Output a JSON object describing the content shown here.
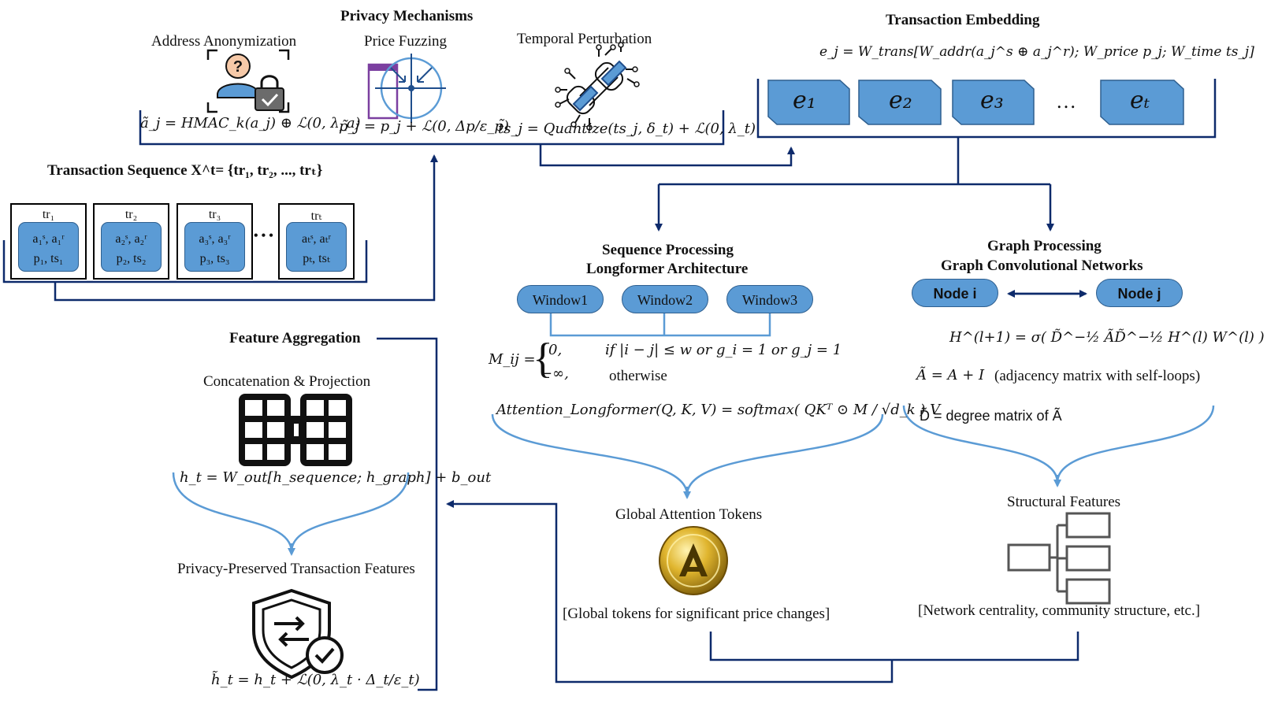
{
  "privacy": {
    "title": "Privacy Mechanisms",
    "address_label": "Address  Anonymization",
    "price_label": "Price Fuzzing",
    "temporal_label": "Temporal Perturbation",
    "formula_address": "ã_j = HMAC_k(a_j) ⊕ ℒ(0, λ_a)",
    "formula_price": "p̃_j = p_j + ℒ(0, Δp/ε_p)",
    "formula_time": "t̃s_j = Quantize(ts_j, δ_t) + ℒ(0, λ_t)"
  },
  "embedding": {
    "title": "Transaction Embedding",
    "formula": "e_j = W_trans[W_addr(a_j^s ⊕ a_j^r); W_price p_j; W_time ts_j]",
    "tokens": [
      "e₁",
      "e₂",
      "e₃",
      "…",
      "eₜ"
    ]
  },
  "sequence_input": {
    "title": "Transaction Sequence X^t= {tr₁, tr₂, ..., trₜ}",
    "boxes": [
      {
        "title": "tr₁",
        "line1": "a₁ˢ, a₁ʳ",
        "line2": "p₁, ts₁"
      },
      {
        "title": "tr₂",
        "line1": "a₂ˢ, a₂ʳ",
        "line2": "p₂, ts₂"
      },
      {
        "title": "tr₃",
        "line1": "a₃ˢ, a₃ʳ",
        "line2": "p₃, ts₃"
      },
      {
        "title": "trₜ",
        "line1": "aₜˢ, aₜʳ",
        "line2": "pₜ, tsₜ"
      }
    ],
    "ellipsis": "• • •"
  },
  "seqproc": {
    "title1": "Sequence Processing",
    "title2": "Longformer Architecture",
    "windows": [
      "Window1",
      "Window2",
      "Window3"
    ],
    "mask_lhs": "M_ij =",
    "mask_case1_val": "0,",
    "mask_case1_cond": "if |i − j| ≤ w or g_i = 1 or g_j = 1",
    "mask_case2_val": "−∞,",
    "mask_case2_cond": "otherwise",
    "attention": "Attention_Longformer(Q, K, V) = softmax( QKᵀ ⊙ M / √d_k ) V",
    "output_label": "Global Attention Tokens",
    "output_note": "[Global tokens for significant price changes]"
  },
  "graphproc": {
    "title1": "Graph Processing",
    "title2": "Graph Convolutional Networks",
    "node_i": "Node i",
    "node_j": "Node j",
    "gcn_formula": "H^(l+1) = σ( D̃^−½ ÃD̃^−½ H^(l) W^(l) )",
    "adj_formula": "Ã = A + I",
    "adj_note": "(adjacency  matrix with self-loops)",
    "degree_formula": "D̃ = degree matrix of Ã",
    "output_label": "Structural Features",
    "output_note": "[Network centrality,  community structure, etc.]"
  },
  "aggregation": {
    "title": "Feature Aggregation",
    "concat_label": "Concatenation & Projection",
    "concat_formula": "h_t = W_out[h_sequence; h_graph] + b_out",
    "output_label": "Privacy-Preserved  Transaction Features",
    "output_formula": "h̃_t = h_t + ℒ(0, λ_t · Δ_t/ε_t)"
  },
  "colors": {
    "navy": "#0d2a6b",
    "light_blue_line": "#5b9bd5",
    "box_fill": "#5b9bd5",
    "box_border": "#2e5f8f"
  },
  "icons": [
    "question-person-lock-icon",
    "price-fuzzing-target-icon",
    "broken-chain-circuit-icon",
    "concatenate-grids-icon",
    "gold-coin-icon",
    "hierarchy-tree-icon",
    "shield-check-arrows-icon"
  ]
}
